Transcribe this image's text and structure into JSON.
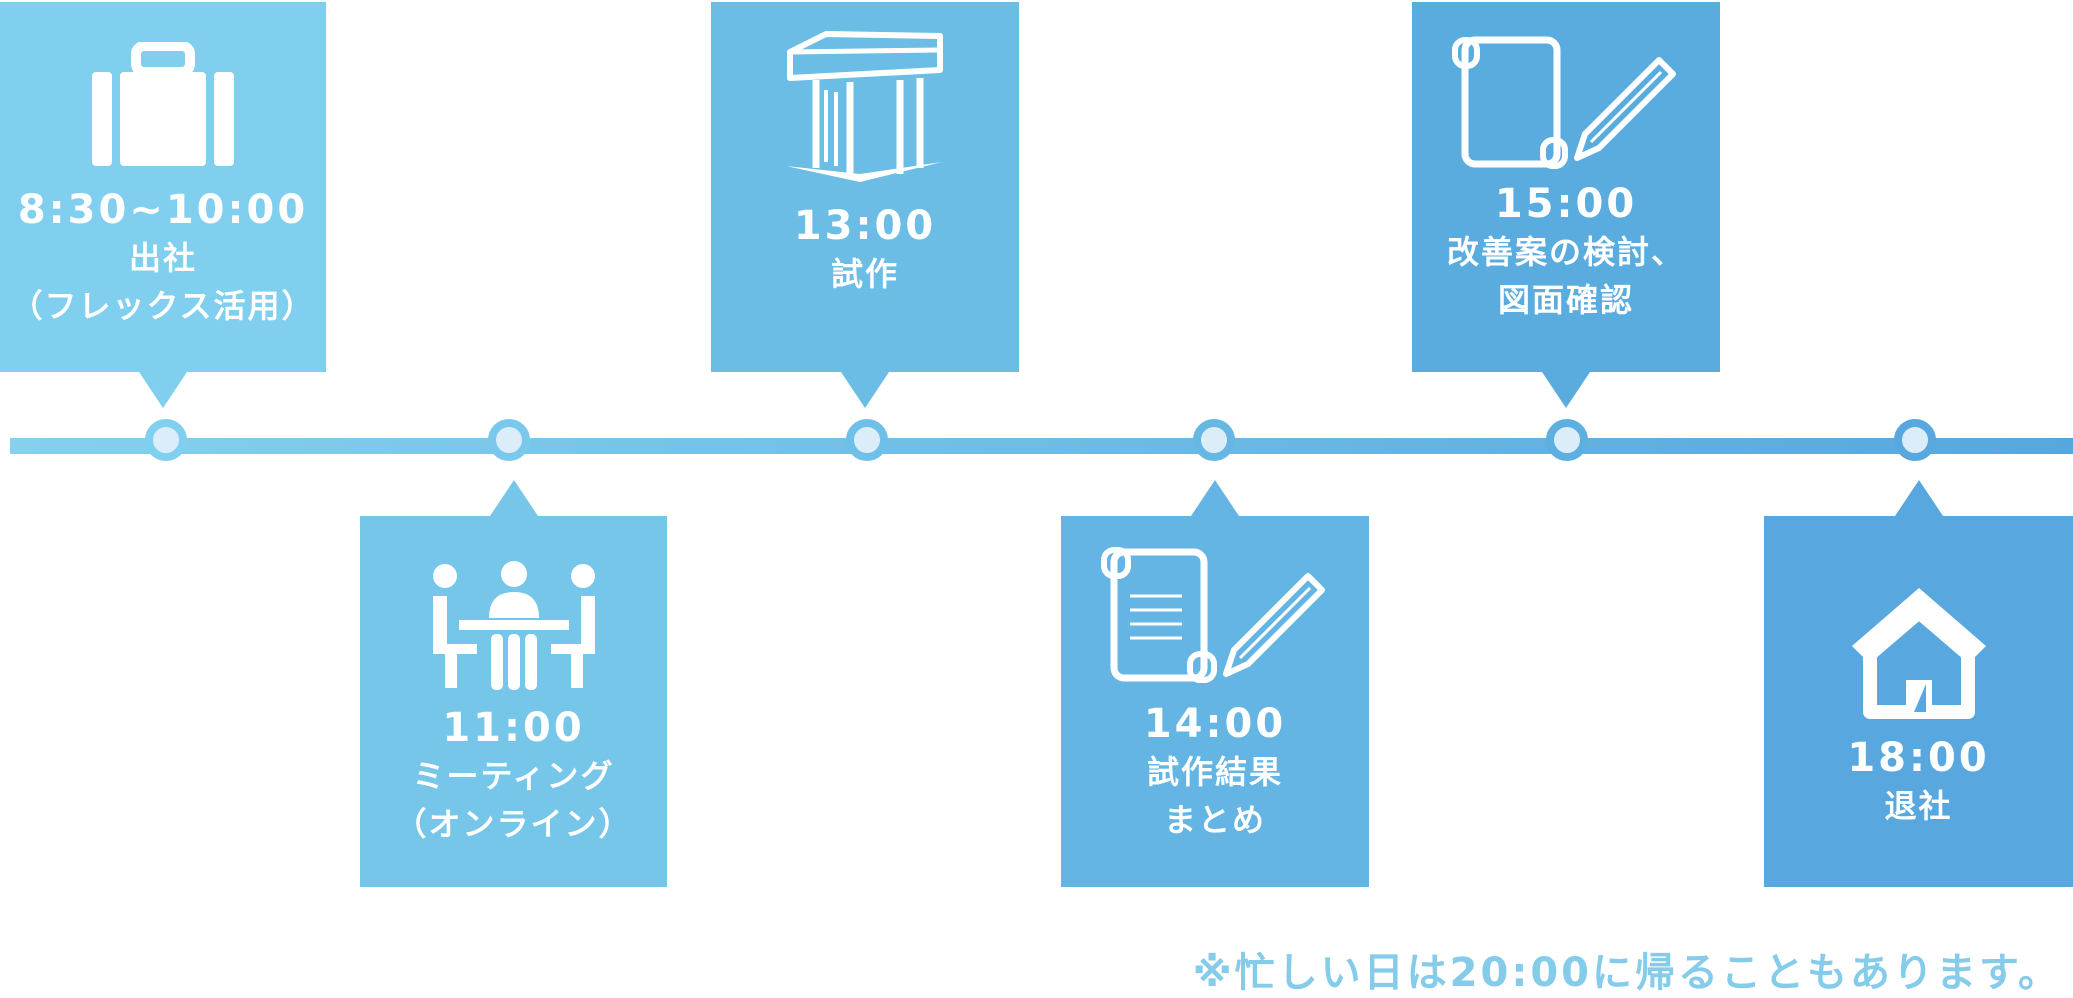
{
  "schedule": [
    {
      "time": "8:30~10:00",
      "line1": "出社",
      "line2": "（フレックス活用）",
      "icon": "briefcase-icon"
    },
    {
      "time": "11:00",
      "line1": "ミーティング",
      "line2": "（オンライン）",
      "icon": "meeting-icon"
    },
    {
      "time": "13:00",
      "line1": "試作",
      "line2": "",
      "icon": "prototype-icon"
    },
    {
      "time": "14:00",
      "line1": "試作結果",
      "line2": "まとめ",
      "icon": "document-pencil-icon"
    },
    {
      "time": "15:00",
      "line1": "改善案の検討、",
      "line2": "図面確認",
      "icon": "blueprint-pencil-icon"
    },
    {
      "time": "18:00",
      "line1": "退社",
      "line2": "",
      "icon": "home-icon"
    }
  ],
  "note": "※忙しい日は20:00に帰ることもあります。",
  "colors": {
    "card1": "#80cfee",
    "card2": "#76c6ea",
    "card3": "#6cbde6",
    "card4": "#64b5e4",
    "card5": "#5aacdf",
    "card6": "#58a8df",
    "node": "#dcedfa",
    "note": "#85cbea"
  }
}
